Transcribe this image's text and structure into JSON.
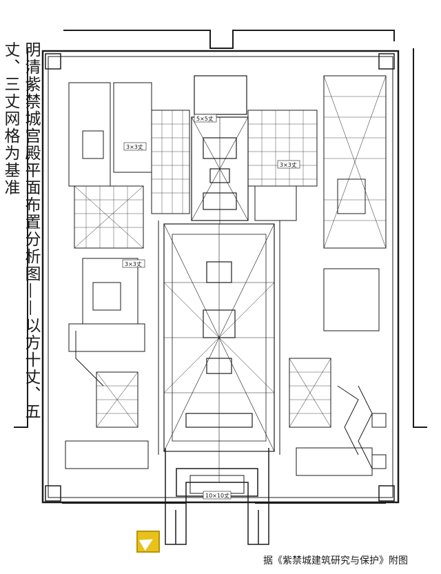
{
  "title": "明清紫禁城宫殿平面布置分析图",
  "subtitle": "以方十丈、五丈、三丈网格为基准",
  "grid_labels": {
    "label_a": "5×5丈",
    "label_b": "3×3丈",
    "label_c": "3×3丈",
    "label_d": "3×3丈",
    "label_e": "10×10丈"
  },
  "source": "据《紫禁城建筑研究与保护》附图",
  "icons": {
    "compass": "north-arrow-icon"
  },
  "colors": {
    "ink": "#1a1a1a",
    "paper": "#ffffff",
    "compass": "#e8c21a"
  }
}
